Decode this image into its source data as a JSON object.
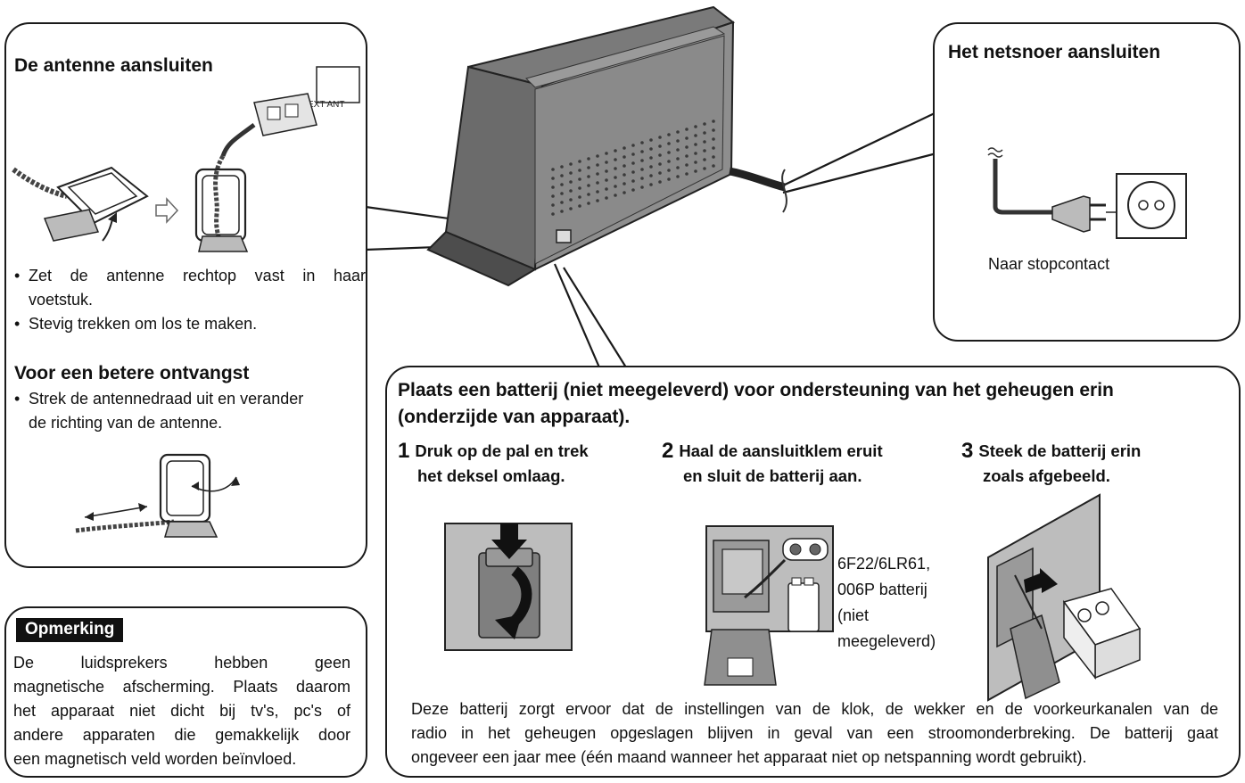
{
  "antenna": {
    "title": "De antenne aansluiten",
    "ext_ant_label": "EXT ANT",
    "bullets": [
      "Zet de antenne rechtop vast in haar",
      "voetstuk.",
      "Stevig trekken om los te maken."
    ],
    "reception_title": "Voor een betere ontvangst",
    "reception_bullet_1": "Strek de antennedraad uit en verander",
    "reception_bullet_2": "de richting van de antenne."
  },
  "power": {
    "title": "Het netsnoer aansluiten",
    "caption": "Naar stopcontact"
  },
  "note": {
    "label": "Opmerking",
    "line1_words": [
      "De",
      "luidsprekers",
      "hebben",
      "geen"
    ],
    "line2": "magnetische afscherming. Plaats daarom",
    "line3": "het apparaat niet dicht bij tv's, pc's of",
    "line4": "andere apparaten die gemakkelijk door",
    "line5": "een magnetisch veld worden beïnvloed."
  },
  "battery": {
    "title_line1": "Plaats een batterij (niet meegeleverd) voor ondersteuning van het geheugen erin",
    "title_line2": "(onderzijde van apparaat).",
    "steps": [
      {
        "num": "1",
        "line1": "Druk op de pal en trek",
        "line2": "het deksel omlaag."
      },
      {
        "num": "2",
        "line1": "Haal de aansluitklem eruit",
        "line2": "en sluit de batterij aan."
      },
      {
        "num": "3",
        "line1": "Steek de batterij erin",
        "line2": "zoals afgebeeld."
      }
    ],
    "battery_label": [
      "6F22/6LR61,",
      "006P batterij",
      "(niet",
      "meegeleverd)"
    ],
    "footer_line1": "Deze batterij zorgt ervoor dat de instellingen van de klok, de wekker en de voorkeurkanalen van de",
    "footer_line2": "radio in het geheugen opgeslagen blijven in geval van een stroomonderbreking. De batterij gaat",
    "footer_line3": "ongeveer een jaar mee (één maand wanneer het apparaat niet op netspanning wordt gebruikt)."
  },
  "colors": {
    "device_body": "#8c8c8c",
    "device_side": "#6e6e6e",
    "device_dark": "#4a4a4a",
    "figure_gray": "#a9a9a9",
    "label_bg": "#111111"
  }
}
